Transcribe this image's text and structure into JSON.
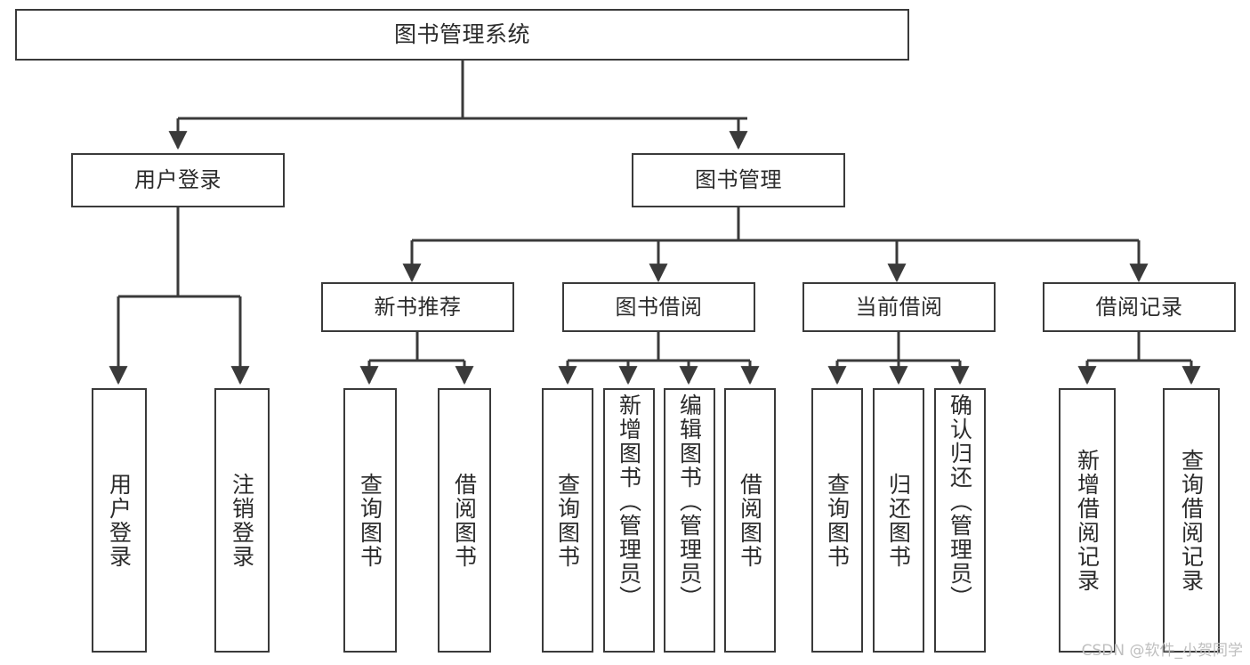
{
  "diagram": {
    "title": "图书管理系统",
    "type": "tree-hierarchy-diagram",
    "colors": {
      "stroke": "#3a3a3a",
      "text": "#2b2b2b",
      "background": "#ffffff",
      "watermark": "#bfbfbf"
    },
    "root": {
      "label": "图书管理系统"
    },
    "level1": [
      {
        "label": "用户登录"
      },
      {
        "label": "图书管理"
      }
    ],
    "level2": [
      {
        "label": "新书推荐"
      },
      {
        "label": "图书借阅"
      },
      {
        "label": "当前借阅"
      },
      {
        "label": "借阅记录"
      }
    ],
    "leaves": {
      "user_login": [
        {
          "label": "用户登录"
        },
        {
          "label": "注销登录"
        }
      ],
      "new_book_recommend": [
        {
          "label": "查询图书"
        },
        {
          "label": "借阅图书"
        }
      ],
      "book_borrow": [
        {
          "label": "查询图书"
        },
        {
          "label": "新增图书（管理员）"
        },
        {
          "label": "编辑图书（管理员）"
        },
        {
          "label": "借阅图书"
        }
      ],
      "current_borrow": [
        {
          "label": "查询图书"
        },
        {
          "label": "归还图书"
        },
        {
          "label": "确认归还（管理员）"
        }
      ],
      "borrow_record": [
        {
          "label": "新增借阅记录"
        },
        {
          "label": "查询借阅记录"
        }
      ]
    }
  },
  "watermark": {
    "text": "CSDN @软件_小贺同学"
  }
}
